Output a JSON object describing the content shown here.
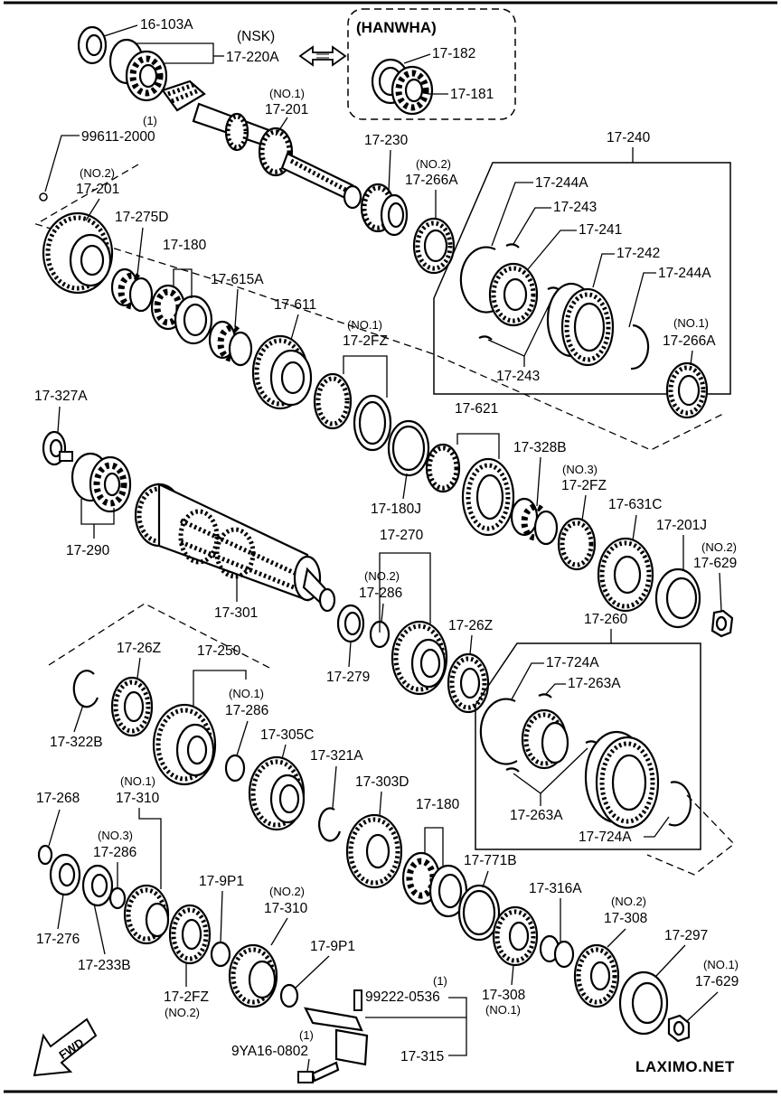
{
  "header": {
    "hanwha_label": "(HANWHA)",
    "nsk_label": "(NSK)"
  },
  "labels": {
    "l_16_103A": "16-103A",
    "l_17_220A": "17-220A",
    "l_17_182": "17-182",
    "l_17_181": "17-181",
    "l_no1_a": "(NO.1)",
    "l_17_201_top": "17-201",
    "l_1_a": "(1)",
    "l_99611_2000": "99611-2000",
    "l_no2_a": "(NO.2)",
    "l_17_201_left": "17-201",
    "l_17_230": "17-230",
    "l_no2_b": "(NO.2)",
    "l_17_266A_top": "17-266A",
    "l_17_240": "17-240",
    "l_17_244A_top": "17-244A",
    "l_17_243_top": "17-243",
    "l_17_241": "17-241",
    "l_17_242": "17-242",
    "l_17_244A_right": "17-244A",
    "l_17_243_bottom": "17-243",
    "l_no1_b": "(NO.1)",
    "l_17_266A_right": "17-266A",
    "l_17_275D": "17-275D",
    "l_17_180_top": "17-180",
    "l_17_615A": "17-615A",
    "l_17_611": "17-611",
    "l_no1_c": "(NO.1)",
    "l_17_2FZ_top": "17-2FZ",
    "l_17_327A": "17-327A",
    "l_17_290": "17-290",
    "l_17_180J": "17-180J",
    "l_17_621": "17-621",
    "l_17_328B": "17-328B",
    "l_no3_a": "(NO.3)",
    "l_17_2FZ_mid": "17-2FZ",
    "l_17_631C": "17-631C",
    "l_17_201J": "17-201J",
    "l_no2_c": "(NO.2)",
    "l_17_629_top": "17-629",
    "l_17_301": "17-301",
    "l_17_270": "17-270",
    "l_no2_d": "(NO.2)",
    "l_17_286_mid": "17-286",
    "l_17_26Z_right": "17-26Z",
    "l_17_279": "17-279",
    "l_17_260": "17-260",
    "l_17_724A_top": "17-724A",
    "l_17_263A_top": "17-263A",
    "l_17_263A_bottom": "17-263A",
    "l_17_724A_bottom": "17-724A",
    "l_17_26Z_left": "17-26Z",
    "l_17_250": "17-250",
    "l_no1_d": "(NO.1)",
    "l_17_286_left": "17-286",
    "l_17_322B": "17-322B",
    "l_17_305C": "17-305C",
    "l_17_321A": "17-321A",
    "l_17_303D": "17-303D",
    "l_17_180_bottom": "17-180",
    "l_17_771B": "17-771B",
    "l_17_268": "17-268",
    "l_no1_e": "(NO.1)",
    "l_17_310_top": "17-310",
    "l_no3_b": "(NO.3)",
    "l_17_286_bottom": "17-286",
    "l_17_276": "17-276",
    "l_17_233B": "17-233B",
    "l_17_9P1_left": "17-9P1",
    "l_no2_e": "(NO.2)",
    "l_17_310_bottom": "17-310",
    "l_17_9P1_right": "17-9P1",
    "l_17_2FZ_bottom": "17-2FZ",
    "l_no2_f": "(NO.2)",
    "l_1_b": "(1)",
    "l_99222_0536": "99222-0536",
    "l_17_315": "17-315",
    "l_1_c": "(1)",
    "l_9YA16_0802": "9YA16-0802",
    "l_17_316A": "17-316A",
    "l_17_308_bottom": "17-308",
    "l_no1_f": "(NO.1)",
    "l_no2_g": "(NO.2)",
    "l_17_308_right": "17-308",
    "l_17_297": "17-297",
    "l_no1_g": "(NO.1)",
    "l_17_629_bottom": "17-629"
  },
  "fwd_label": "FWD",
  "brand": "LAXIMO.NET",
  "icons": {
    "fwd_arrow": "fwd-arrow-icon",
    "double_arrow": "double-arrow-icon"
  }
}
